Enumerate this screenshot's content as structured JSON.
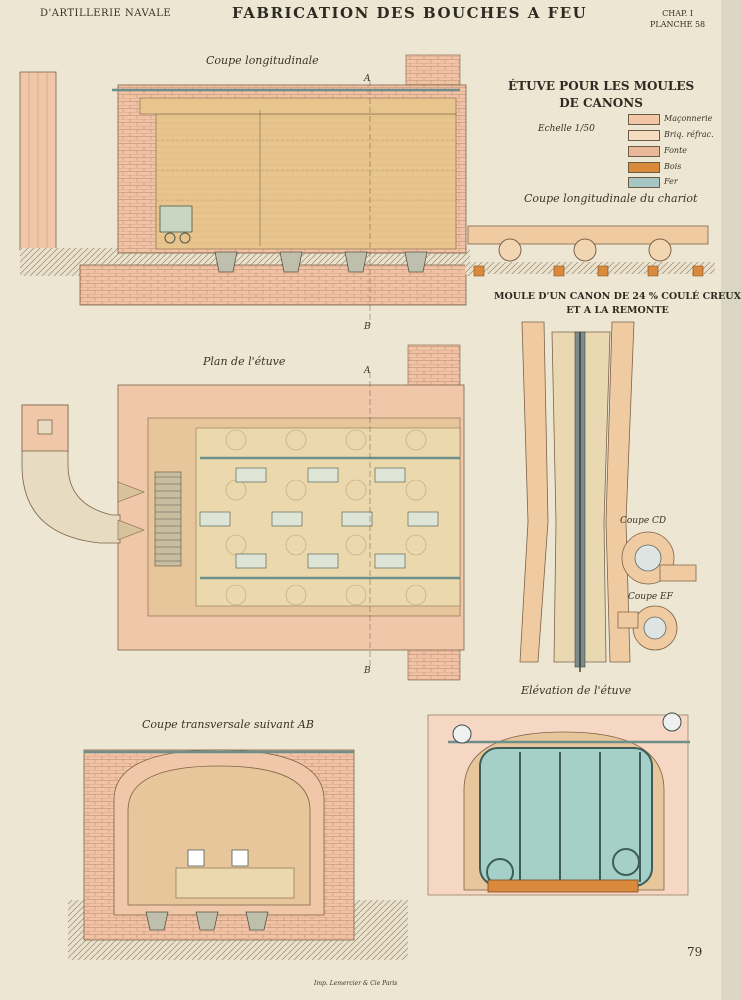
{
  "header": {
    "series": "D'ARTILLERIE NAVALE",
    "title": "FABRICATION DES BOUCHES A FEU",
    "chapter": "CHAP. I",
    "plate": "PLANCHE 58"
  },
  "captions": {
    "longitudinal": "Coupe longitudinale",
    "chariot": "Coupe longitudinale du chariot",
    "plan": "Plan de l'étuve",
    "transverse": "Coupe transversale suivant AB",
    "elevation": "Elévation de l'étuve"
  },
  "legend": {
    "title_line1": "ÉTUVE POUR LES MOULES",
    "title_line2": "DE CANONS",
    "scale": "Echelle 1/50",
    "items": [
      {
        "label": "Maçonnerie",
        "color": "#f4c6a8"
      },
      {
        "label": "Briq. réfrac.",
        "color": "#f6dcc1"
      },
      {
        "label": "Fonte",
        "color": "#e9b89a"
      },
      {
        "label": "Bois",
        "color": "#d98a3c"
      },
      {
        "label": "Fer",
        "color": "#a5c4c4"
      }
    ]
  },
  "mould": {
    "line1": "MOULE D'UN CANON DE 24 % COULÉ CREUX",
    "line2": "ET A LA REMONTE",
    "coupe_cd": "Coupe CD",
    "coupe_ef": "Coupe EF"
  },
  "markers": {
    "a": "A",
    "b": "B"
  },
  "footer": {
    "page": "79",
    "imprint": "Imp. Lemercier & Cie Paris"
  }
}
